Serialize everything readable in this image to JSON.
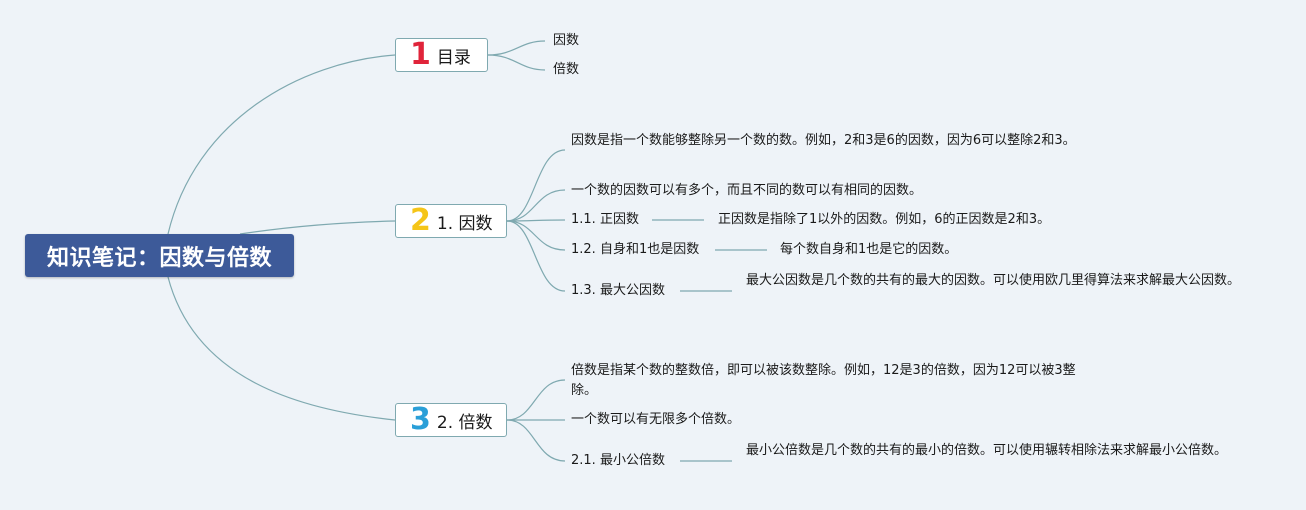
{
  "root": {
    "title": "知识笔记：因数与倍数"
  },
  "branch1": {
    "number": "1",
    "label": "目录",
    "children": [
      "因数",
      "倍数"
    ]
  },
  "branch2": {
    "number": "2",
    "label": "1. 因数",
    "note1": "因数是指一个数能够整除另一个数的数。例如，2和3是6的因数，因为6可以整除2和3。",
    "note2": "一个数的因数可以有多个，而且不同的数可以有相同的因数。",
    "sub1": {
      "label": "1.1. 正因数",
      "detail": "正因数是指除了1以外的因数。例如，6的正因数是2和3。"
    },
    "sub2": {
      "label": "1.2. 自身和1也是因数",
      "detail": "每个数自身和1也是它的因数。"
    },
    "sub3": {
      "label": "1.3. 最大公因数",
      "detail": "最大公因数是几个数的共有的最大的因数。可以使用欧几里得算法来求解最大公因数。"
    }
  },
  "branch3": {
    "number": "3",
    "label": "2. 倍数",
    "note1": "倍数是指某个数的整数倍，即可以被该数整除。例如，12是3的倍数，因为12可以被3整除。",
    "note2": "一个数可以有无限多个倍数。",
    "sub1": {
      "label": "2.1. 最小公倍数",
      "detail": "最小公倍数是几个数的共有的最小的倍数。可以使用辗转相除法来求解最小公倍数。"
    }
  },
  "colors": {
    "root": "#3d5a99",
    "line": "#7fa9b0",
    "background": "#eef3f8"
  }
}
